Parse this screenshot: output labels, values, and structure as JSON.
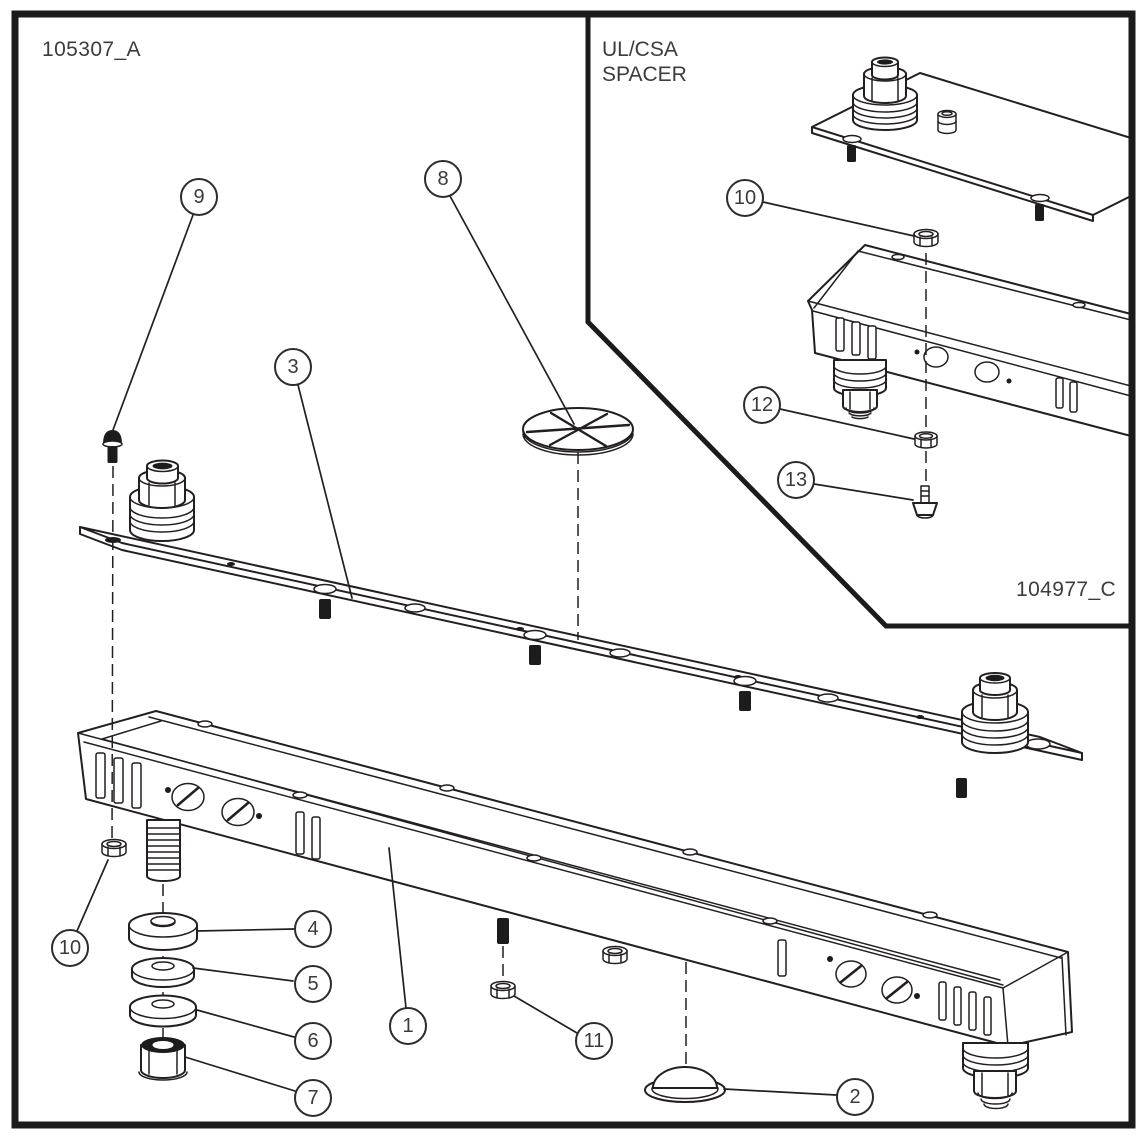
{
  "figure": {
    "type": "exploded-parts-diagram",
    "colors": {
      "line": "#231f20",
      "text": "#3c3c3c",
      "background": "#ffffff"
    }
  },
  "main_view": {
    "drawing_number": "105307_A",
    "callouts": [
      {
        "label": "9"
      },
      {
        "label": "3"
      },
      {
        "label": "8"
      },
      {
        "label": "10"
      },
      {
        "label": "4"
      },
      {
        "label": "5"
      },
      {
        "label": "6"
      },
      {
        "label": "7"
      },
      {
        "label": "1"
      },
      {
        "label": "11"
      },
      {
        "label": "2"
      }
    ]
  },
  "inset_view": {
    "title_line1": "UL/CSA",
    "title_line2": "SPACER",
    "drawing_number": "104977_C",
    "callouts": [
      {
        "label": "10"
      },
      {
        "label": "12"
      },
      {
        "label": "13"
      }
    ]
  }
}
